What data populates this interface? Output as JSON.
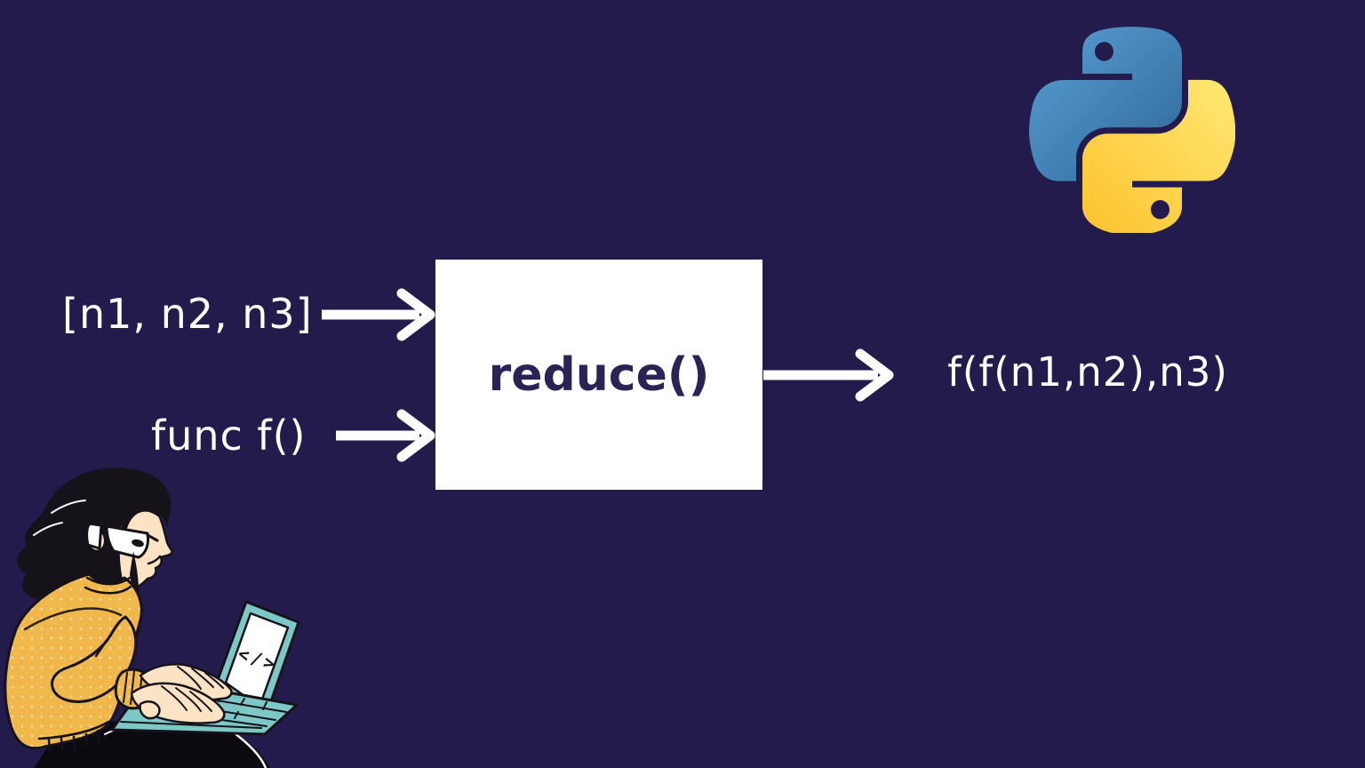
{
  "diagram": {
    "input_list": "[n1, n2, n3]",
    "input_func": "func f()",
    "function_box": "reduce()",
    "output": "f(f(n1,n2),n3)"
  },
  "illustration": {
    "laptop_screen_code": "</>"
  },
  "colors": {
    "background": "#221b4c",
    "box_background": "#ffffff",
    "box_text": "#2b2356",
    "label_text": "#ffffff",
    "arrow": "#ffffff",
    "python_blue": "#366f9f",
    "python_yellow": "#ffd43b",
    "sweater_yellow": "#f0b84a",
    "laptop_teal": "#7dc8c7"
  },
  "icons": {
    "python_logo": "python-logo",
    "laptop_code_tag": "code-tag"
  }
}
